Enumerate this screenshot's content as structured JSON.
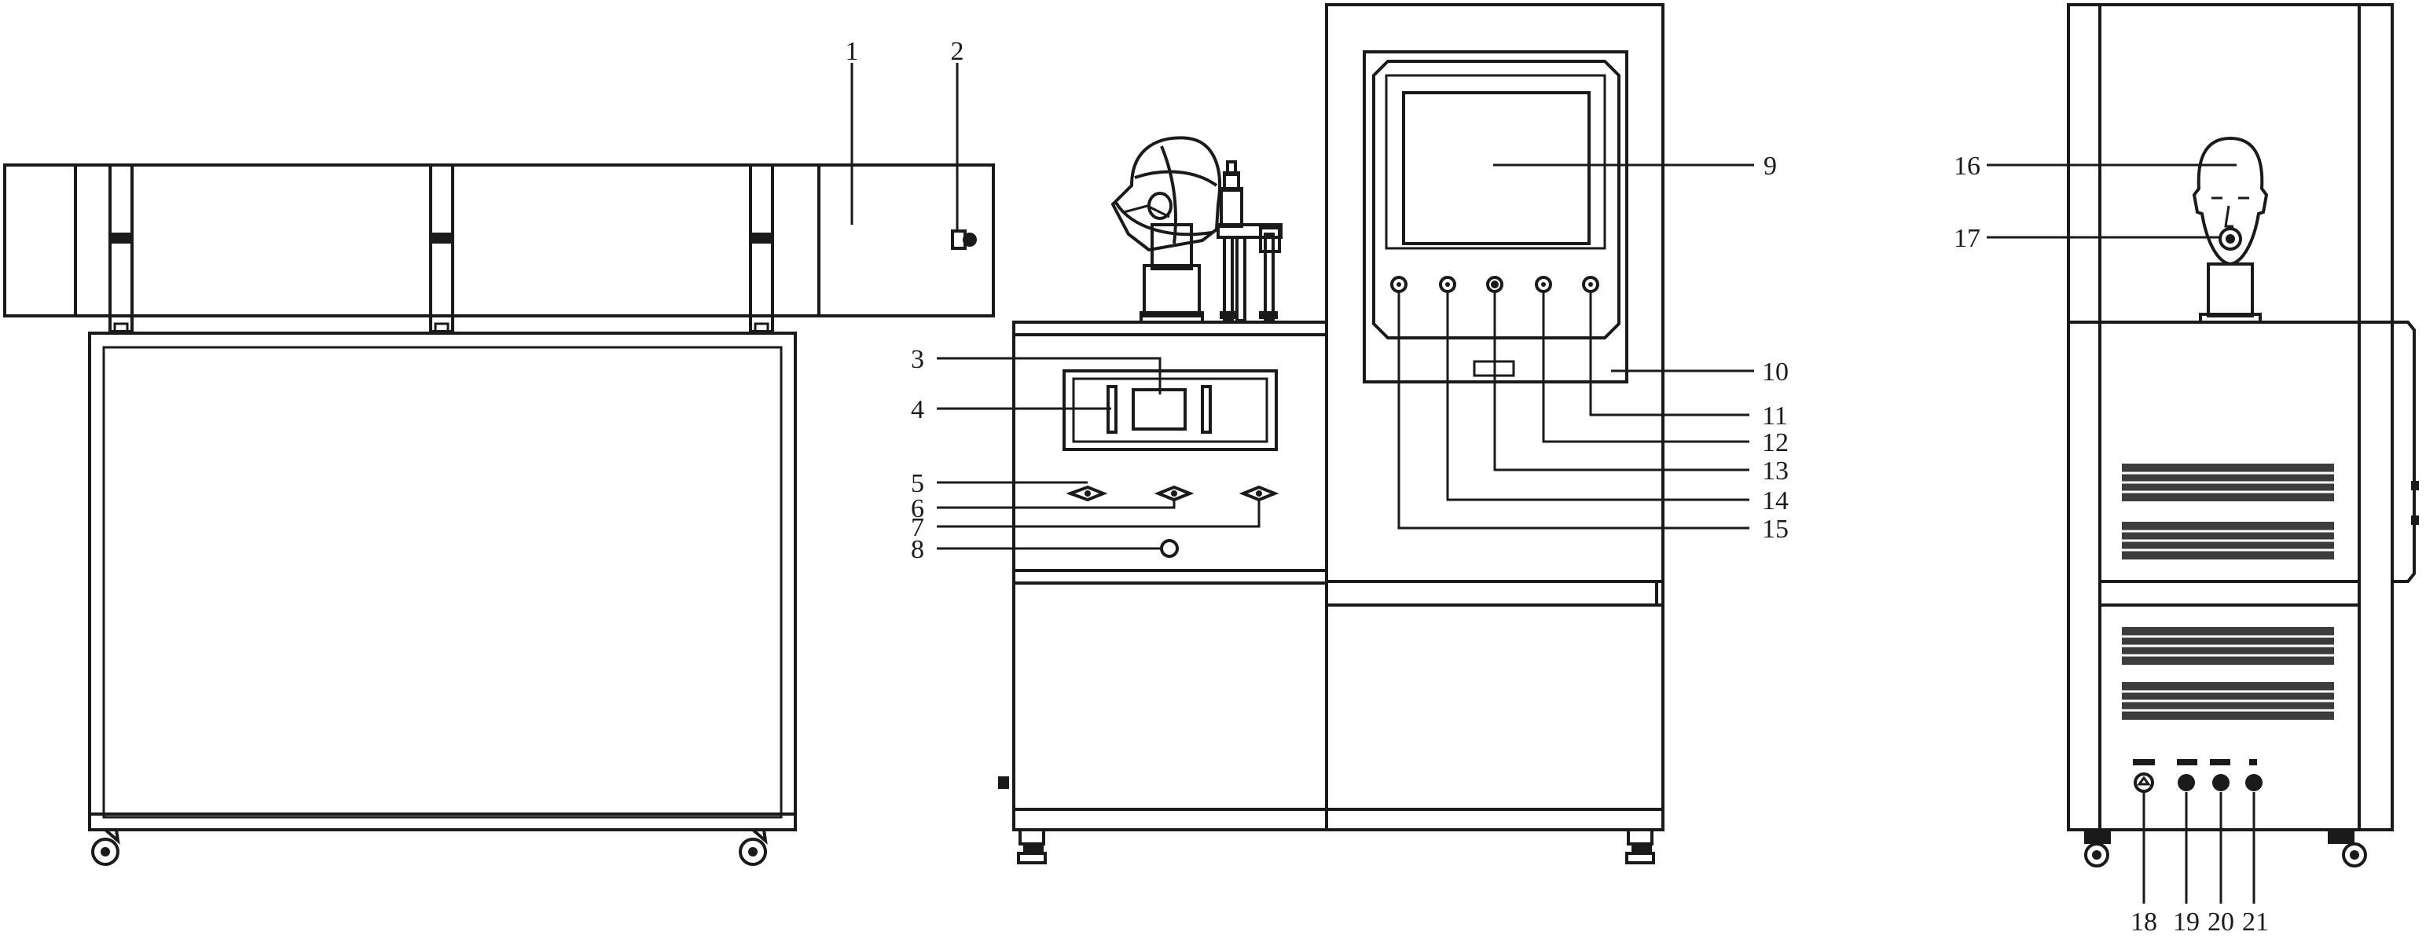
{
  "diagram": {
    "callouts": [
      {
        "id": "1",
        "text": "1"
      },
      {
        "id": "2",
        "text": "2"
      },
      {
        "id": "3",
        "text": "3"
      },
      {
        "id": "4",
        "text": "4"
      },
      {
        "id": "5",
        "text": "5"
      },
      {
        "id": "6",
        "text": "6"
      },
      {
        "id": "7",
        "text": "7"
      },
      {
        "id": "8",
        "text": "8"
      },
      {
        "id": "9",
        "text": "9"
      },
      {
        "id": "10",
        "text": "10"
      },
      {
        "id": "11",
        "text": "11"
      },
      {
        "id": "12",
        "text": "12"
      },
      {
        "id": "13",
        "text": "13"
      },
      {
        "id": "14",
        "text": "14"
      },
      {
        "id": "15",
        "text": "15"
      },
      {
        "id": "16",
        "text": "16"
      },
      {
        "id": "17",
        "text": "17"
      },
      {
        "id": "18",
        "text": "18"
      },
      {
        "id": "19",
        "text": "19"
      },
      {
        "id": "20",
        "text": "20"
      },
      {
        "id": "21",
        "text": "21"
      }
    ],
    "colors": {
      "line": "#1a1a1a",
      "background": "#ffffff"
    }
  }
}
